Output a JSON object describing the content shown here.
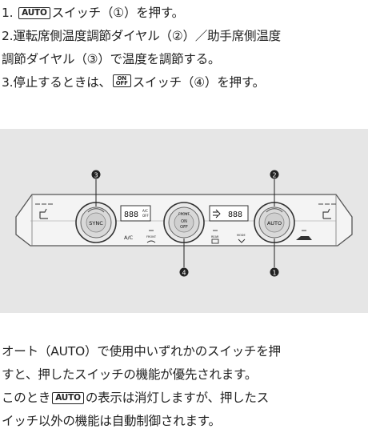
{
  "steps": [
    {
      "before": "1. ",
      "key": "AUTO",
      "after": "スイッチ（①）を押す。"
    },
    {
      "line1": "2.運転席側温度調節ダイヤル（②）／助手席側温度",
      "line2": "調節ダイヤル（③）で温度を調節する。"
    },
    {
      "before": "3.停止するときは、",
      "key_top": "ON",
      "key_bottom": "OFF",
      "after": "スイッチ（④）を押す。"
    }
  ],
  "panel": {
    "sync_label": "SYNC",
    "auto_label": "AUTO",
    "ac_label": "A/C",
    "center_top": "FRONT",
    "center_mid": "ON",
    "center_bot": "OFF",
    "left_display": "888",
    "left_display_sub_top": "A/C",
    "left_display_sub_bot": "OFF",
    "right_display": "888",
    "front_label": "FRONT",
    "rear_label": "REAR",
    "mode_label": "MODE",
    "callouts": [
      "❶",
      "❷",
      "❸",
      "❹"
    ]
  },
  "notes": {
    "p1_line1": "オート（AUTO）で使用中いずれかのスイッチを押",
    "p1_line2": "すと、押したスイッチの機能が優先されます。",
    "p2_before": "このとき",
    "p2_key": "AUTO",
    "p2_after": "の表示は消灯しますが、押したス",
    "p2_line2": "イッチ以外の機能は自動制御されます。"
  }
}
